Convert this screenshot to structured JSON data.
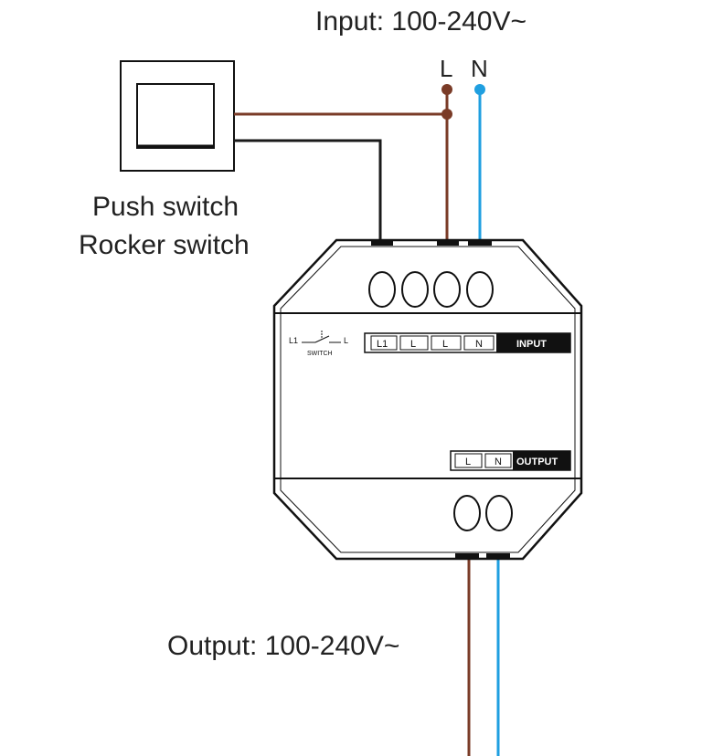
{
  "input_label": "Input: 100-240V~",
  "output_label": "Output: 100-240V~",
  "mains": {
    "live": "L",
    "neutral": "N"
  },
  "switch_caption": {
    "line1": "Push switch",
    "line2": "Rocker switch"
  },
  "switch_symbol": {
    "left": "L1",
    "right": "L",
    "name": "SWITCH"
  },
  "input_block": {
    "terminals": [
      "L1",
      "L",
      "L",
      "N"
    ],
    "label": "INPUT"
  },
  "output_block": {
    "terminals": [
      "L",
      "N"
    ],
    "label": "OUTPUT"
  },
  "colors": {
    "live_wire": "#7a3b27",
    "neutral_wire": "#1f9fe0",
    "switch_wire": "#1a1a1a",
    "outline": "#111111"
  }
}
